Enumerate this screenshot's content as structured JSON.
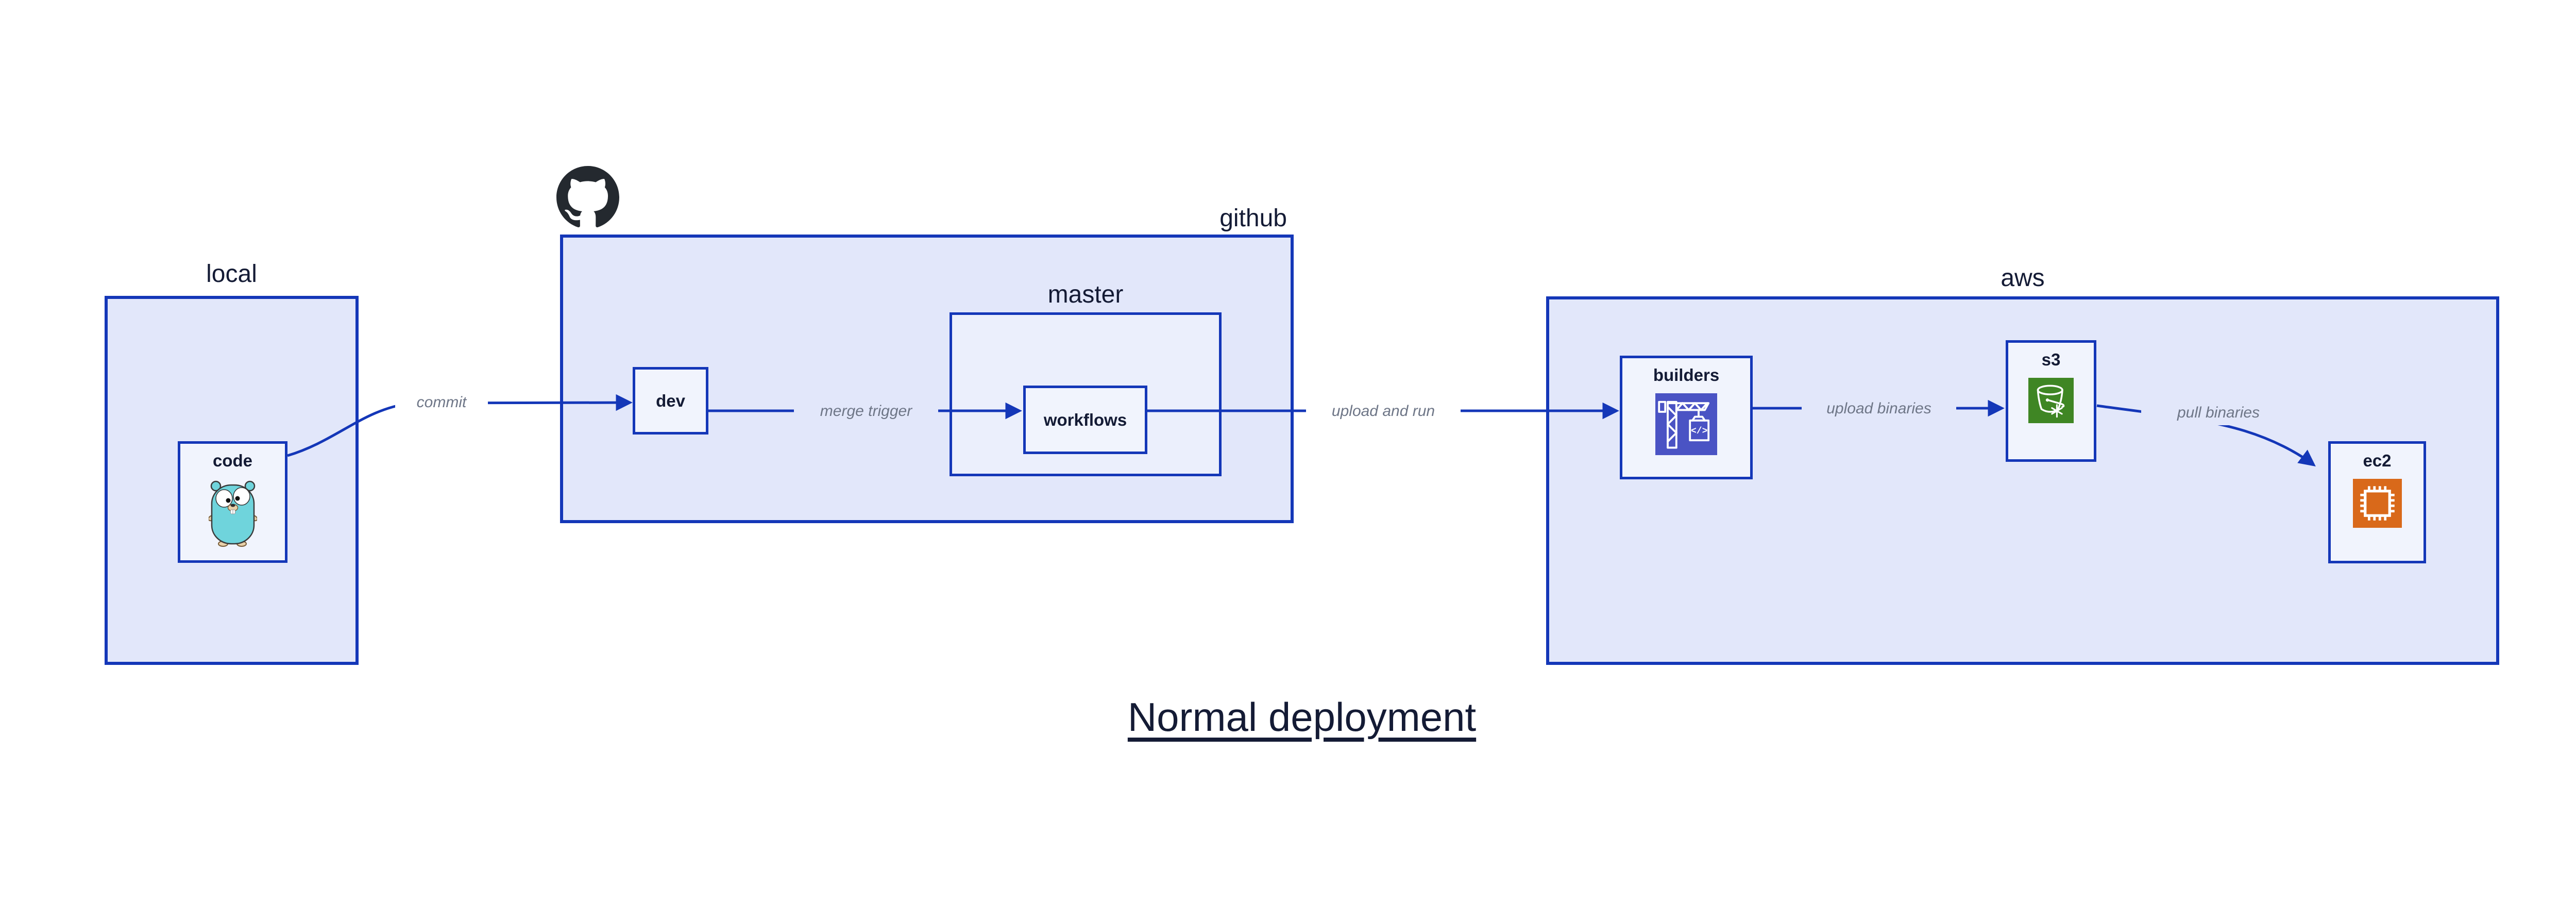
{
  "title": "Normal deployment",
  "groups": {
    "local": {
      "label": "local"
    },
    "github": {
      "label": "github"
    },
    "master": {
      "label": "master"
    },
    "aws": {
      "label": "aws"
    }
  },
  "nodes": {
    "code": {
      "label": "code"
    },
    "dev": {
      "label": "dev"
    },
    "workflows": {
      "label": "workflows"
    },
    "builders": {
      "label": "builders"
    },
    "s3": {
      "label": "s3"
    },
    "ec2": {
      "label": "ec2"
    }
  },
  "edges": [
    {
      "label": "commit",
      "from": "code",
      "to": "dev"
    },
    {
      "label": "merge trigger",
      "from": "dev",
      "to": "workflows"
    },
    {
      "label": "upload and run",
      "from": "workflows",
      "to": "builders"
    },
    {
      "label": "upload binaries",
      "from": "builders",
      "to": "s3"
    },
    {
      "label": "pull binaries",
      "from": "s3",
      "to": "ec2"
    }
  ],
  "icons": {
    "github": "github-octocat-icon",
    "code": "go-gopher-icon",
    "builders": "codebuild-crane-icon",
    "s3": "s3-glacier-bucket-icon",
    "ec2": "ec2-chip-icon"
  },
  "colors": {
    "edge_blue": "#1437b8",
    "group_fill": "#e2e7fa",
    "inner_group_fill": "#ebeffc",
    "node_fill": "#f1f4fd",
    "text_navy": "#141b35",
    "edge_label_gray": "#6e7687",
    "codebuild_purple": "#4a53c4",
    "glacier_green": "#3f8624",
    "ec2_orange": "#d9691a",
    "github_black": "#24292f",
    "gopher_teal": "#6fd4dc"
  }
}
